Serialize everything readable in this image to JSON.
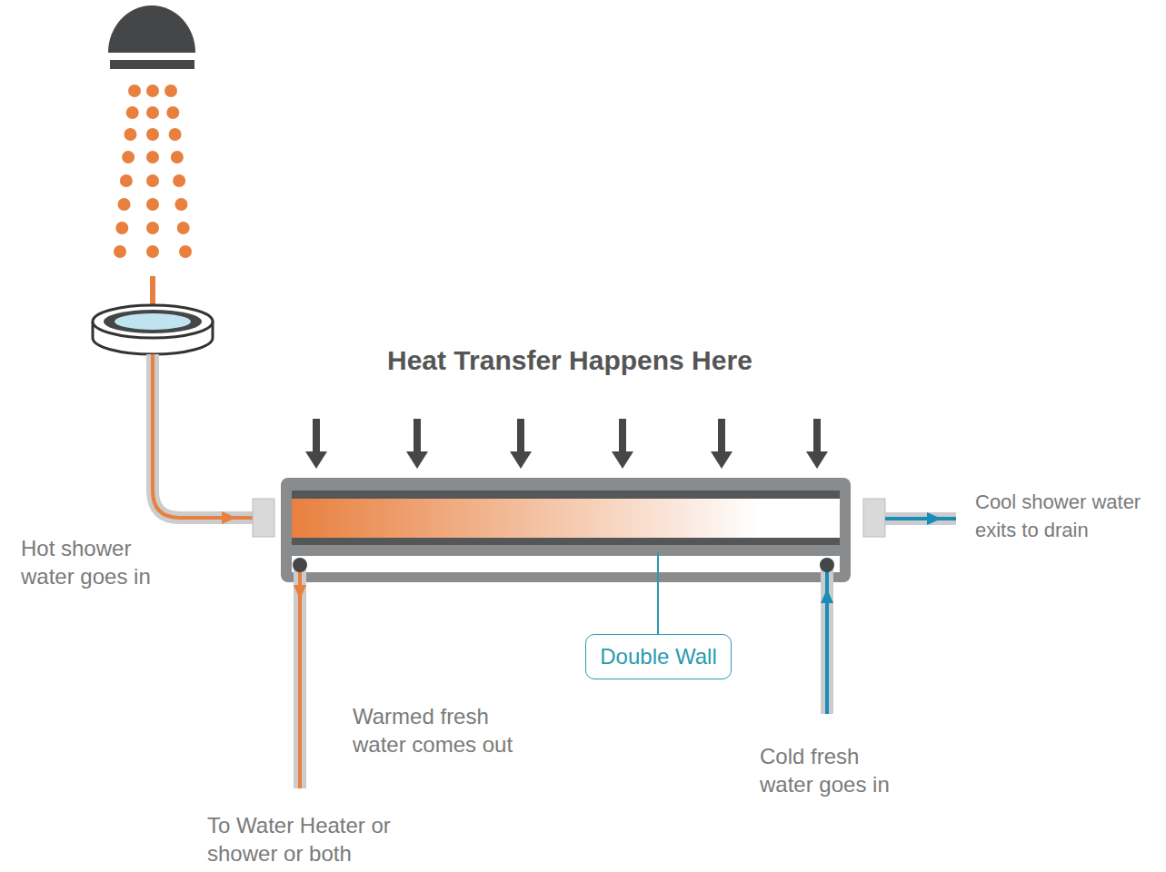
{
  "diagram": {
    "title": "Heat Transfer Happens Here",
    "nodes": [
      {
        "text": [
          "Double Wall"
        ]
      }
    ],
    "labels": [
      "Hot shower water goes in",
      "Cool shower water exits to drain",
      "Warmed fresh water comes out",
      "Cold fresh water goes in",
      "To Water Heater or shower or both"
    ]
  }
}
